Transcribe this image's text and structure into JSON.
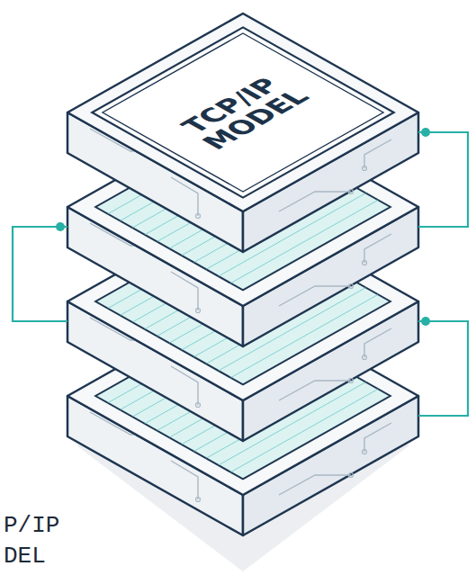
{
  "diagram": {
    "nodes": [
      {
        "text": [
          "TCP/IP MODEL"
        ]
      }
    ],
    "labels": [
      "P/IP",
      "DEL"
    ]
  }
}
